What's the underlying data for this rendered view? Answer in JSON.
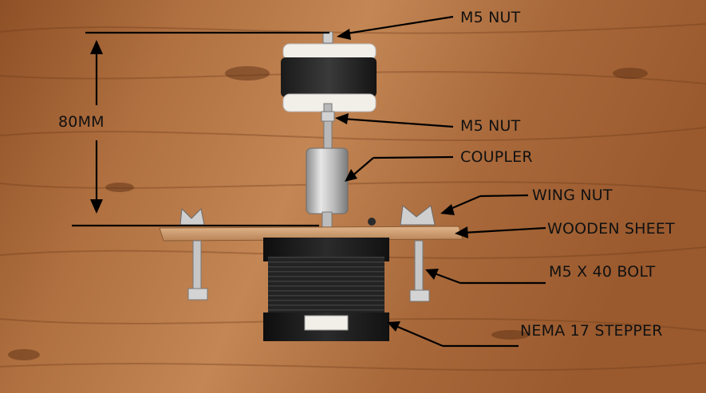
{
  "dimension_label": "80MM",
  "labels": {
    "m5_nut_top": "M5 NUT",
    "m5_nut_lower": "M5 NUT",
    "coupler": "COUPLER",
    "wing_nut": "WING NUT",
    "wooden_sheet": "WOODEN SHEET",
    "bolt": "M5 X 40 BOLT",
    "stepper": "NEMA 17 STEPPER"
  },
  "colors": {
    "wood_base": "#a8663a",
    "wood_light": "#c48957",
    "wood_dark": "#7a4422",
    "annotation": "#000000",
    "motor": "#1d1d1d",
    "metal": "#c9c9c9"
  }
}
